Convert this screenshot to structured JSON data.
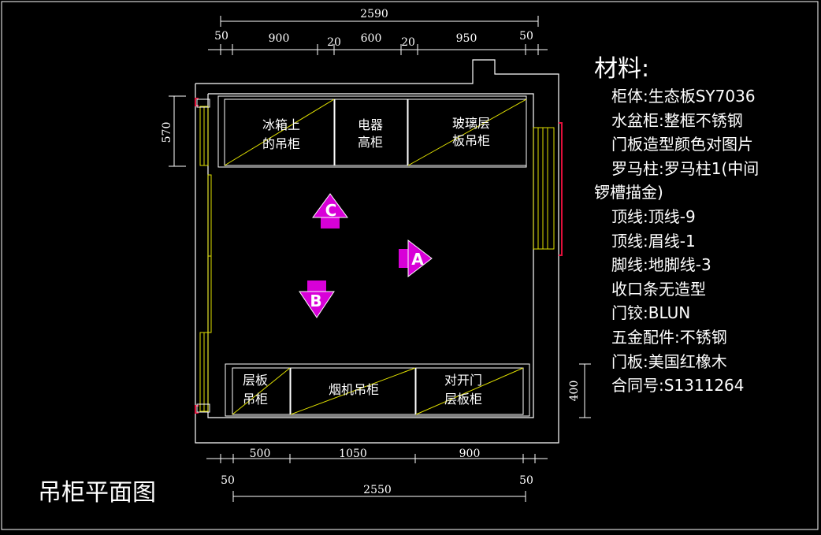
{
  "drawing": {
    "title": "吊柜平面图",
    "colors": {
      "background": "#000000",
      "wall": "#ffffff",
      "cabinet_diagonal": "#e0e000",
      "window": "#e0e000",
      "door_mark": "#e0103a",
      "view_marker": "#d800d8",
      "dimension": "#ffffff"
    },
    "top_dimensions": {
      "overall": "2590",
      "segments": [
        "50",
        "900",
        "20",
        "600",
        "20",
        "950",
        "50"
      ]
    },
    "bottom_dimensions": {
      "segments": [
        "500",
        "1050",
        "900"
      ],
      "end_left": "50",
      "end_right": "50",
      "overall": "2550"
    },
    "left_dimension": "570",
    "right_dimension": "400",
    "upper_cabinets": [
      {
        "line1": "冰箱上",
        "line2": "的吊柜"
      },
      {
        "line1": "电器",
        "line2": "高柜"
      },
      {
        "line1": "玻璃层",
        "line2": "板吊柜"
      }
    ],
    "lower_cabinets": [
      {
        "line1": "层板",
        "line2": "吊柜"
      },
      {
        "line1": "烟机吊柜",
        "line2": ""
      },
      {
        "line1": "对开门",
        "line2": "层板柜"
      }
    ],
    "view_markers": [
      "A",
      "B",
      "C"
    ]
  },
  "materials": {
    "heading": "材料:",
    "lines": [
      "柜体:生态板SY7036",
      "水盆柜:整框不锈钢",
      "门板造型颜色对图片",
      "罗马柱:罗马柱1(中间",
      "锣槽描金)",
      "顶线:顶线-9",
      "顶线:眉线-1",
      "脚线:地脚线-3",
      "收口条无造型",
      "门铰:BLUN",
      "五金配件:不锈钢",
      "门板:美国红橡木",
      "合同号:S1311264"
    ]
  }
}
